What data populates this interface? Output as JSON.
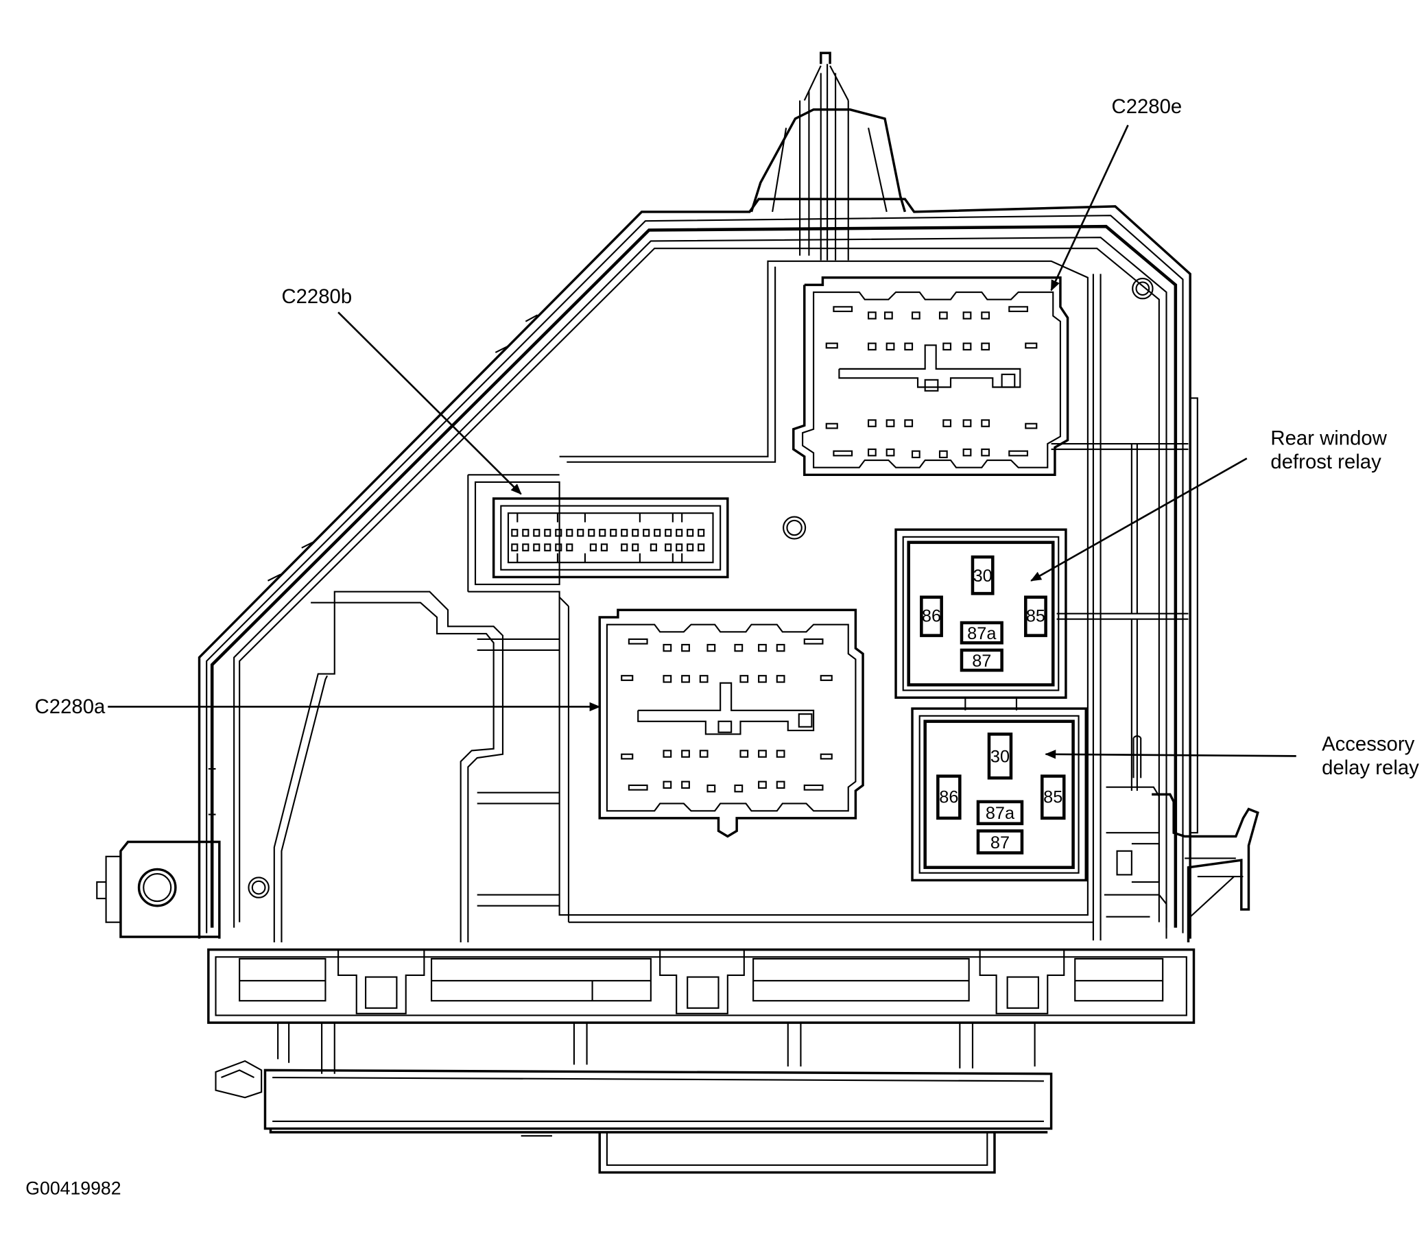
{
  "figure_id": "G00419982",
  "callouts": {
    "c2280e": "C2280e",
    "c2280b": "C2280b",
    "c2280a": "C2280a",
    "rear_window_line1": "Rear window",
    "rear_window_line2": "defrost relay",
    "accessory_line1": "Accessory",
    "accessory_line2": "delay relay"
  },
  "relays": {
    "rear_window_defrost": {
      "pin_30": "30",
      "pin_86": "86",
      "pin_85": "85",
      "pin_87a": "87a",
      "pin_87": "87"
    },
    "accessory_delay": {
      "pin_30": "30",
      "pin_86": "86",
      "pin_85": "85",
      "pin_87a": "87a",
      "pin_87": "87"
    }
  }
}
